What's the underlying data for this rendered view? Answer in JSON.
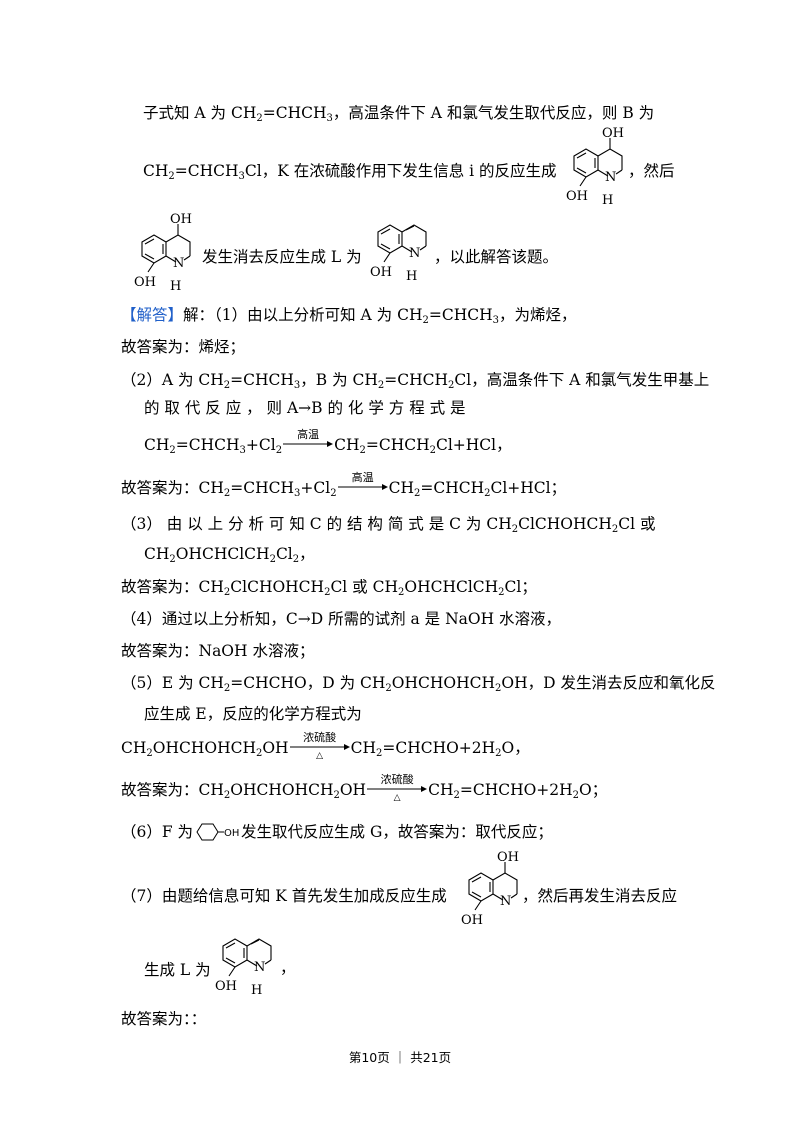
{
  "p1": {
    "a": "子式知 A 为 CH",
    "b": "=CHCH",
    "c": "，高温条件下 A 和氯气发生取代反应，则 B 为"
  },
  "p2": {
    "a": "CH",
    "b": "=CHCH",
    "c": "Cl，K 在浓硫酸作用下发生信息 i 的反应生成",
    "d": "，然后"
  },
  "p3": {
    "a": "发生消去反应生成 L 为",
    "b": "，以此解答该题。"
  },
  "p4": {
    "tag": "【解答】",
    "text": "解：（1）由以上分析可知 A 为 CH",
    "b": "=CHCH",
    "c": "，为烯烃，"
  },
  "p5": "故答案为：烯烃；",
  "p6": {
    "a": "（2）A 为 CH",
    "b": "=CHCH",
    "c": "，B 为 CH",
    "d": "=CHCH",
    "e": "Cl，高温条件下 A 和氯气发生甲基上"
  },
  "p7": {
    "a": "的 取 代 反 应 ， 则 A→B 的 化 学 方 程 式 是"
  },
  "p8": {
    "a": "CH",
    "b": "=CHCH",
    "c": "+Cl",
    "d": "CH",
    "e": "=CHCH",
    "f": "Cl+HCl，",
    "cond": "高温"
  },
  "p9": {
    "pre": "故答案为：CH",
    "b": "=CHCH",
    "c": "+Cl",
    "d": "CH",
    "e": "=CHCH",
    "f": "Cl+HCl；",
    "cond": "高温"
  },
  "p10": {
    "a": "（3） 由 以 上 分 析 可 知 C 的 结 构 简 式 是 C 为 CH",
    "b": "ClCHOHCH",
    "c": "Cl 或"
  },
  "p11": {
    "a": "CH",
    "b": "OHCHClCH",
    "c": "Cl",
    "d": "，"
  },
  "p12": {
    "a": "故答案为：CH",
    "b": "ClCHOHCH",
    "c": "Cl 或 CH",
    "d": "OHCHClCH",
    "e": "Cl；"
  },
  "p13": "（4）通过以上分析知，C→D 所需的试剂 a 是 NaOH 水溶液，",
  "p14": "故答案为：NaOH 水溶液；",
  "p15": {
    "a": "（5）E 为 CH",
    "b": "=CHCHO，D 为 CH",
    "c": "OHCHOHCH",
    "d": "OH，D 发生消去反应和氧化反"
  },
  "p16": "应生成 E，反应的化学方程式为",
  "p17": {
    "a": "CH",
    "b": "OHCHOHCH",
    "c": "OH",
    "d": "CH",
    "e": "=CHCHO+2H",
    "f": "O，",
    "cond": "浓硫酸",
    "under": "△"
  },
  "p18": {
    "pre": "故答案为：CH",
    "b": "OHCHOHCH",
    "c": "OH",
    "d": "CH",
    "e": "=CHCHO+2H",
    "f": "O；",
    "cond": "浓硫酸",
    "under": "△"
  },
  "p19": {
    "a": "（6）F 为",
    "b": "发生取代反应生成 G，故答案为：取代反应；",
    "oh": "OH"
  },
  "p20": {
    "a": "（7）由题给信息可知 K 首先发生加成反应生成",
    "b": "，然后再发生消去反应"
  },
  "p21": {
    "a": "生成 L 为",
    "b": "，"
  },
  "p22": "故答案为：：",
  "sub2": "2",
  "sub3": "3",
  "mol_labels": {
    "oh": "OH",
    "n": "N",
    "h": "H"
  },
  "footer": "第10页 ｜ 共21页"
}
